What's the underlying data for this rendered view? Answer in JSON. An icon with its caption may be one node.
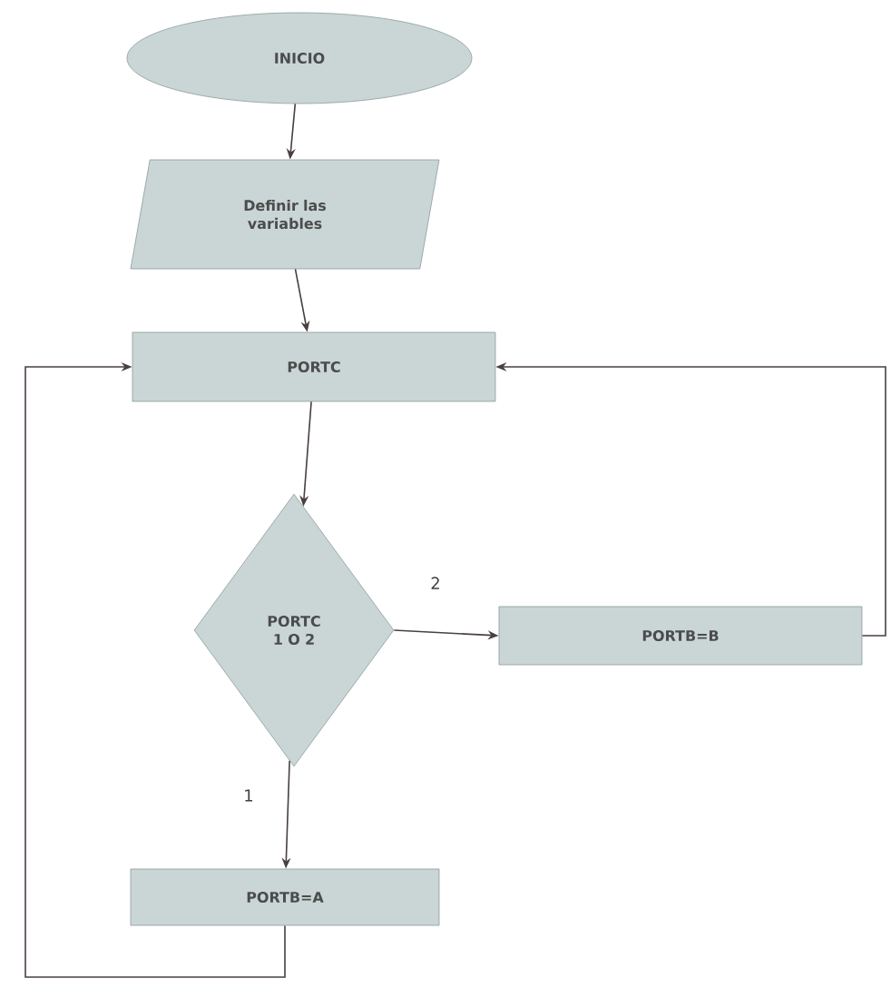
{
  "diagram": {
    "nodes": [
      {
        "text": [
          "INICIO"
        ]
      },
      {
        "text": [
          "Definir las variables"
        ]
      },
      {
        "text": [
          "PORTC"
        ]
      },
      {
        "text": [
          "PORTC 1 O 2"
        ]
      },
      {
        "text": [
          "PORTB=B"
        ]
      },
      {
        "text": [
          "PORTB=A"
        ]
      }
    ],
    "edges": [
      {
        "from": 0,
        "to": 1,
        "arrow": "to"
      },
      {
        "from": 1,
        "to": 2,
        "arrow": "to"
      },
      {
        "from": 2,
        "to": 3,
        "arrow": "to"
      },
      {
        "from": 3,
        "to": 4,
        "arrow": "to",
        "label": "2"
      },
      {
        "from": 3,
        "to": 5,
        "arrow": "to",
        "label": "1"
      },
      {
        "from": 4,
        "to": 2,
        "arrow": "to"
      },
      {
        "from": 5,
        "to": 2,
        "arrow": "to"
      }
    ]
  }
}
